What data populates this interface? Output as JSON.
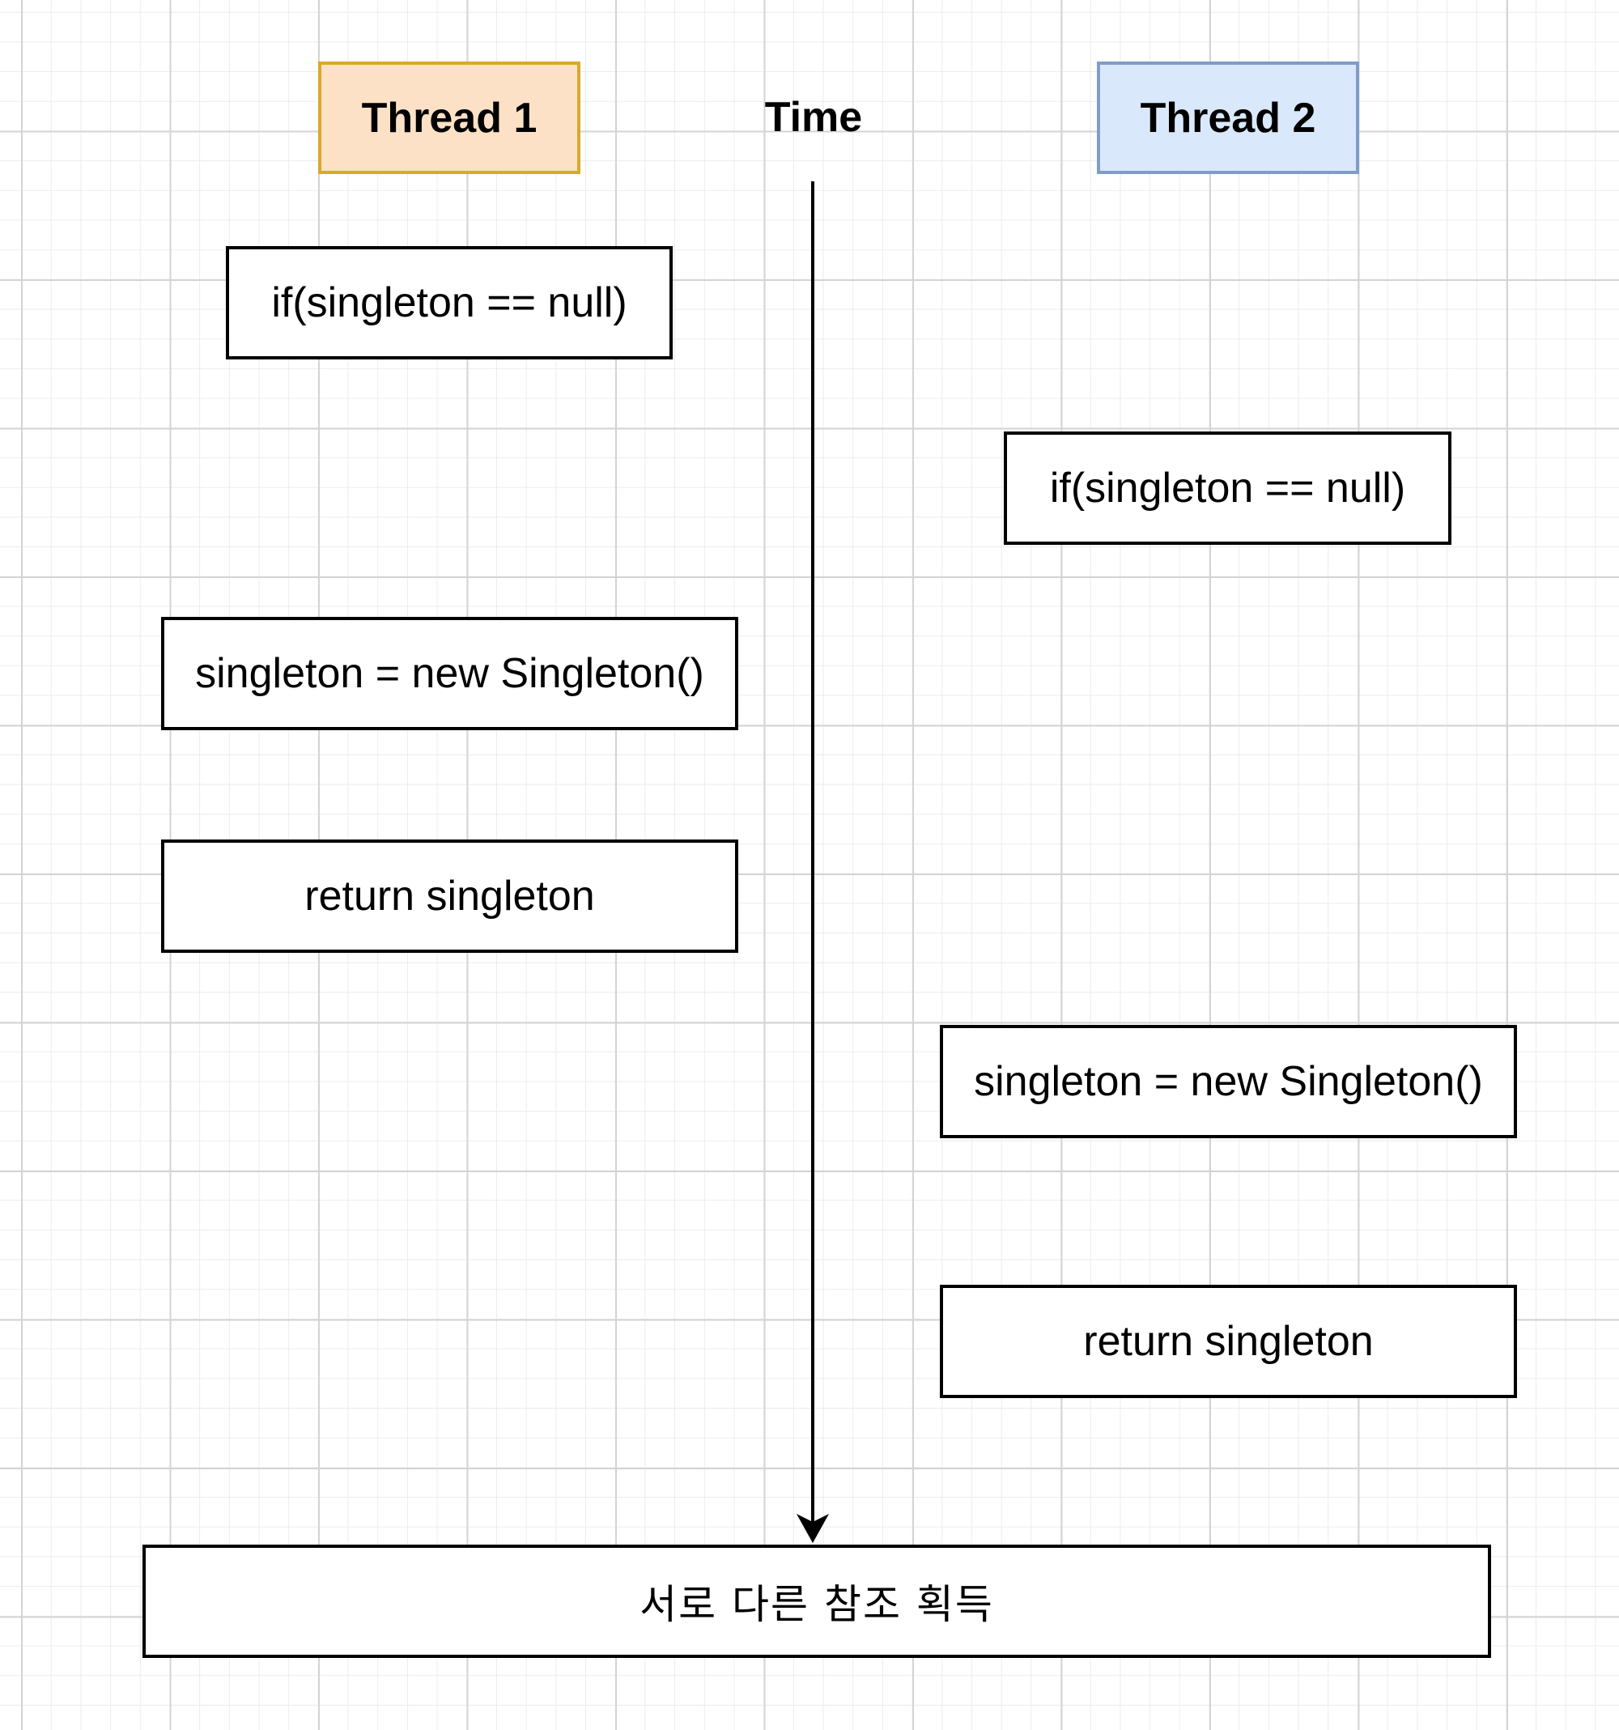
{
  "headers": {
    "thread1": "Thread 1",
    "time": "Time",
    "thread2": "Thread 2"
  },
  "thread1_steps": {
    "if_check": "if(singleton == null)",
    "create": "singleton = new Singleton()",
    "return": "return singleton"
  },
  "thread2_steps": {
    "if_check": "if(singleton == null)",
    "create": "singleton = new Singleton()",
    "return": "return singleton"
  },
  "result": "서로 다른 참조 획득",
  "colors": {
    "thread1_fill": "#fce1c6",
    "thread1_border": "#dba82a",
    "thread2_fill": "#dae8fc",
    "thread2_border": "#7f9ccb",
    "line": "#000000"
  }
}
